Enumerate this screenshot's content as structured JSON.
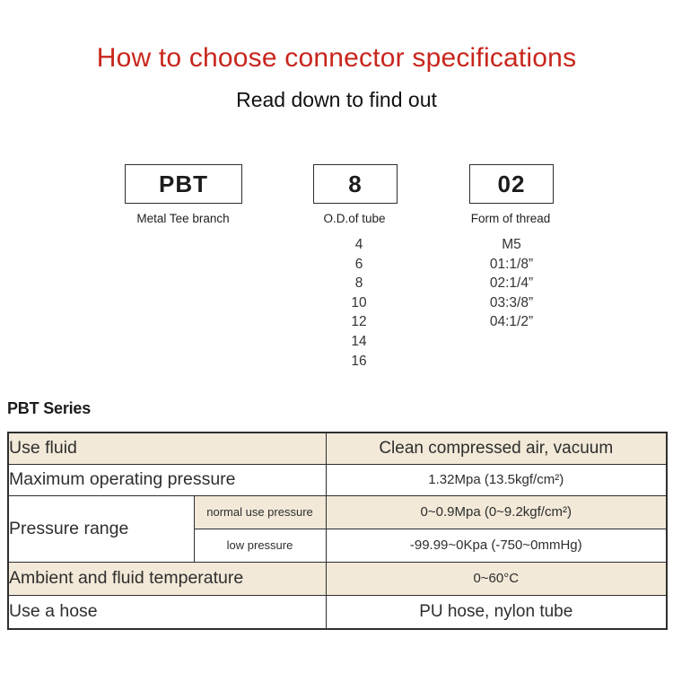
{
  "header": {
    "title": "How to choose connector specifications",
    "subtitle": "Read down to find out"
  },
  "colors": {
    "title_red": "#c8261d",
    "row_beige": "#f2e9d8",
    "table_border": "#2e2e2e"
  },
  "model_code": {
    "segments": [
      {
        "code": "PBT",
        "label": "Metal Tee branch",
        "options": []
      },
      {
        "code": "8",
        "label": "O.D.of tube",
        "options": [
          "4",
          "6",
          "8",
          "10",
          "12",
          "14",
          "16"
        ]
      },
      {
        "code": "02",
        "label": "Form of thread",
        "options": [
          "M5",
          "01:1/8”",
          "02:1/4”",
          "03:3/8”",
          "04:1/2”"
        ]
      }
    ]
  },
  "series": {
    "heading": "PBT Series"
  },
  "table": {
    "rows": [
      {
        "label": "Use fluid",
        "value": "Clean compressed air, vacuum"
      },
      {
        "label": "Maximum operating pressure",
        "value": "1.32Mpa (13.5kgf/cm²)"
      },
      {
        "label": "Pressure range",
        "sub": [
          {
            "label": "normal use pressure",
            "value": "0~0.9Mpa (0~9.2kgf/cm²)"
          },
          {
            "label": "low pressure",
            "value": "-99.99~0Kpa (-750~0mmHg)"
          }
        ]
      },
      {
        "label": "Ambient and fluid temperature",
        "value": "0~60°C"
      },
      {
        "label": "Use a hose",
        "value": "PU hose, nylon tube"
      }
    ]
  }
}
